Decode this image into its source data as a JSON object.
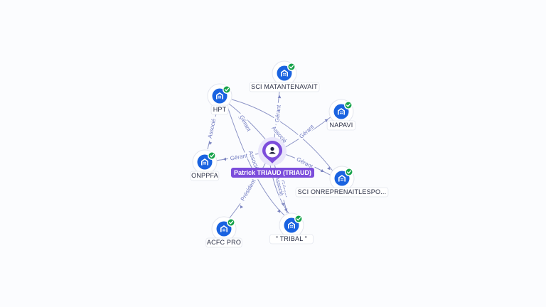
{
  "center": {
    "label": "Patrick TRIAUD (TRIAUD)",
    "icon": "person-icon",
    "color": "#7c4ddb"
  },
  "companies": [
    {
      "id": "sci-matantenavait",
      "label": "SCI MATANTENAVAIT",
      "icon": "company-icon",
      "status": "verified"
    },
    {
      "id": "hpt",
      "label": "HPT",
      "icon": "company-icon",
      "status": "verified"
    },
    {
      "id": "napavi",
      "label": "NAPAVI",
      "icon": "company-icon",
      "status": "verified"
    },
    {
      "id": "onppfa",
      "label": "ONPPFA",
      "icon": "company-icon",
      "status": "verified"
    },
    {
      "id": "sci-onreprenaitlespo",
      "label": "SCI ONREPRENAITLESPO...",
      "icon": "company-icon",
      "status": "verified"
    },
    {
      "id": "acfc-pro",
      "label": "ACFC PRO",
      "icon": "company-icon",
      "status": "verified"
    },
    {
      "id": "tribal",
      "label": "\" TRIBAL \"",
      "icon": "company-icon",
      "status": "verified"
    }
  ],
  "relations": [
    {
      "from": "center",
      "to": "sci-matantenavait",
      "label": "Gérant"
    },
    {
      "from": "center",
      "to": "hpt",
      "label": "Gérant"
    },
    {
      "from": "center",
      "to": "napavi",
      "label": "Gérant"
    },
    {
      "from": "center",
      "to": "onppfa",
      "label": "Gérant"
    },
    {
      "from": "center",
      "to": "sci-onreprenaitlespo",
      "label": "Gérant"
    },
    {
      "from": "center",
      "to": "acfc-pro",
      "label": "Président"
    },
    {
      "from": "center",
      "to": "tribal",
      "label": "Gérant"
    },
    {
      "from": "hpt",
      "to": "onppfa",
      "label": "Associé"
    },
    {
      "from": "hpt",
      "to": "tribal",
      "label": "Associé"
    },
    {
      "from": "hpt",
      "to": "sci-onreprenaitlespo",
      "label": "Associé"
    },
    {
      "from": "center",
      "to": "tribal",
      "label": "Associé"
    }
  ],
  "colors": {
    "company": "#1a63e0",
    "verified": "#16a34a",
    "edge": "#8c94c6",
    "edge_label": "#6f79c0"
  }
}
